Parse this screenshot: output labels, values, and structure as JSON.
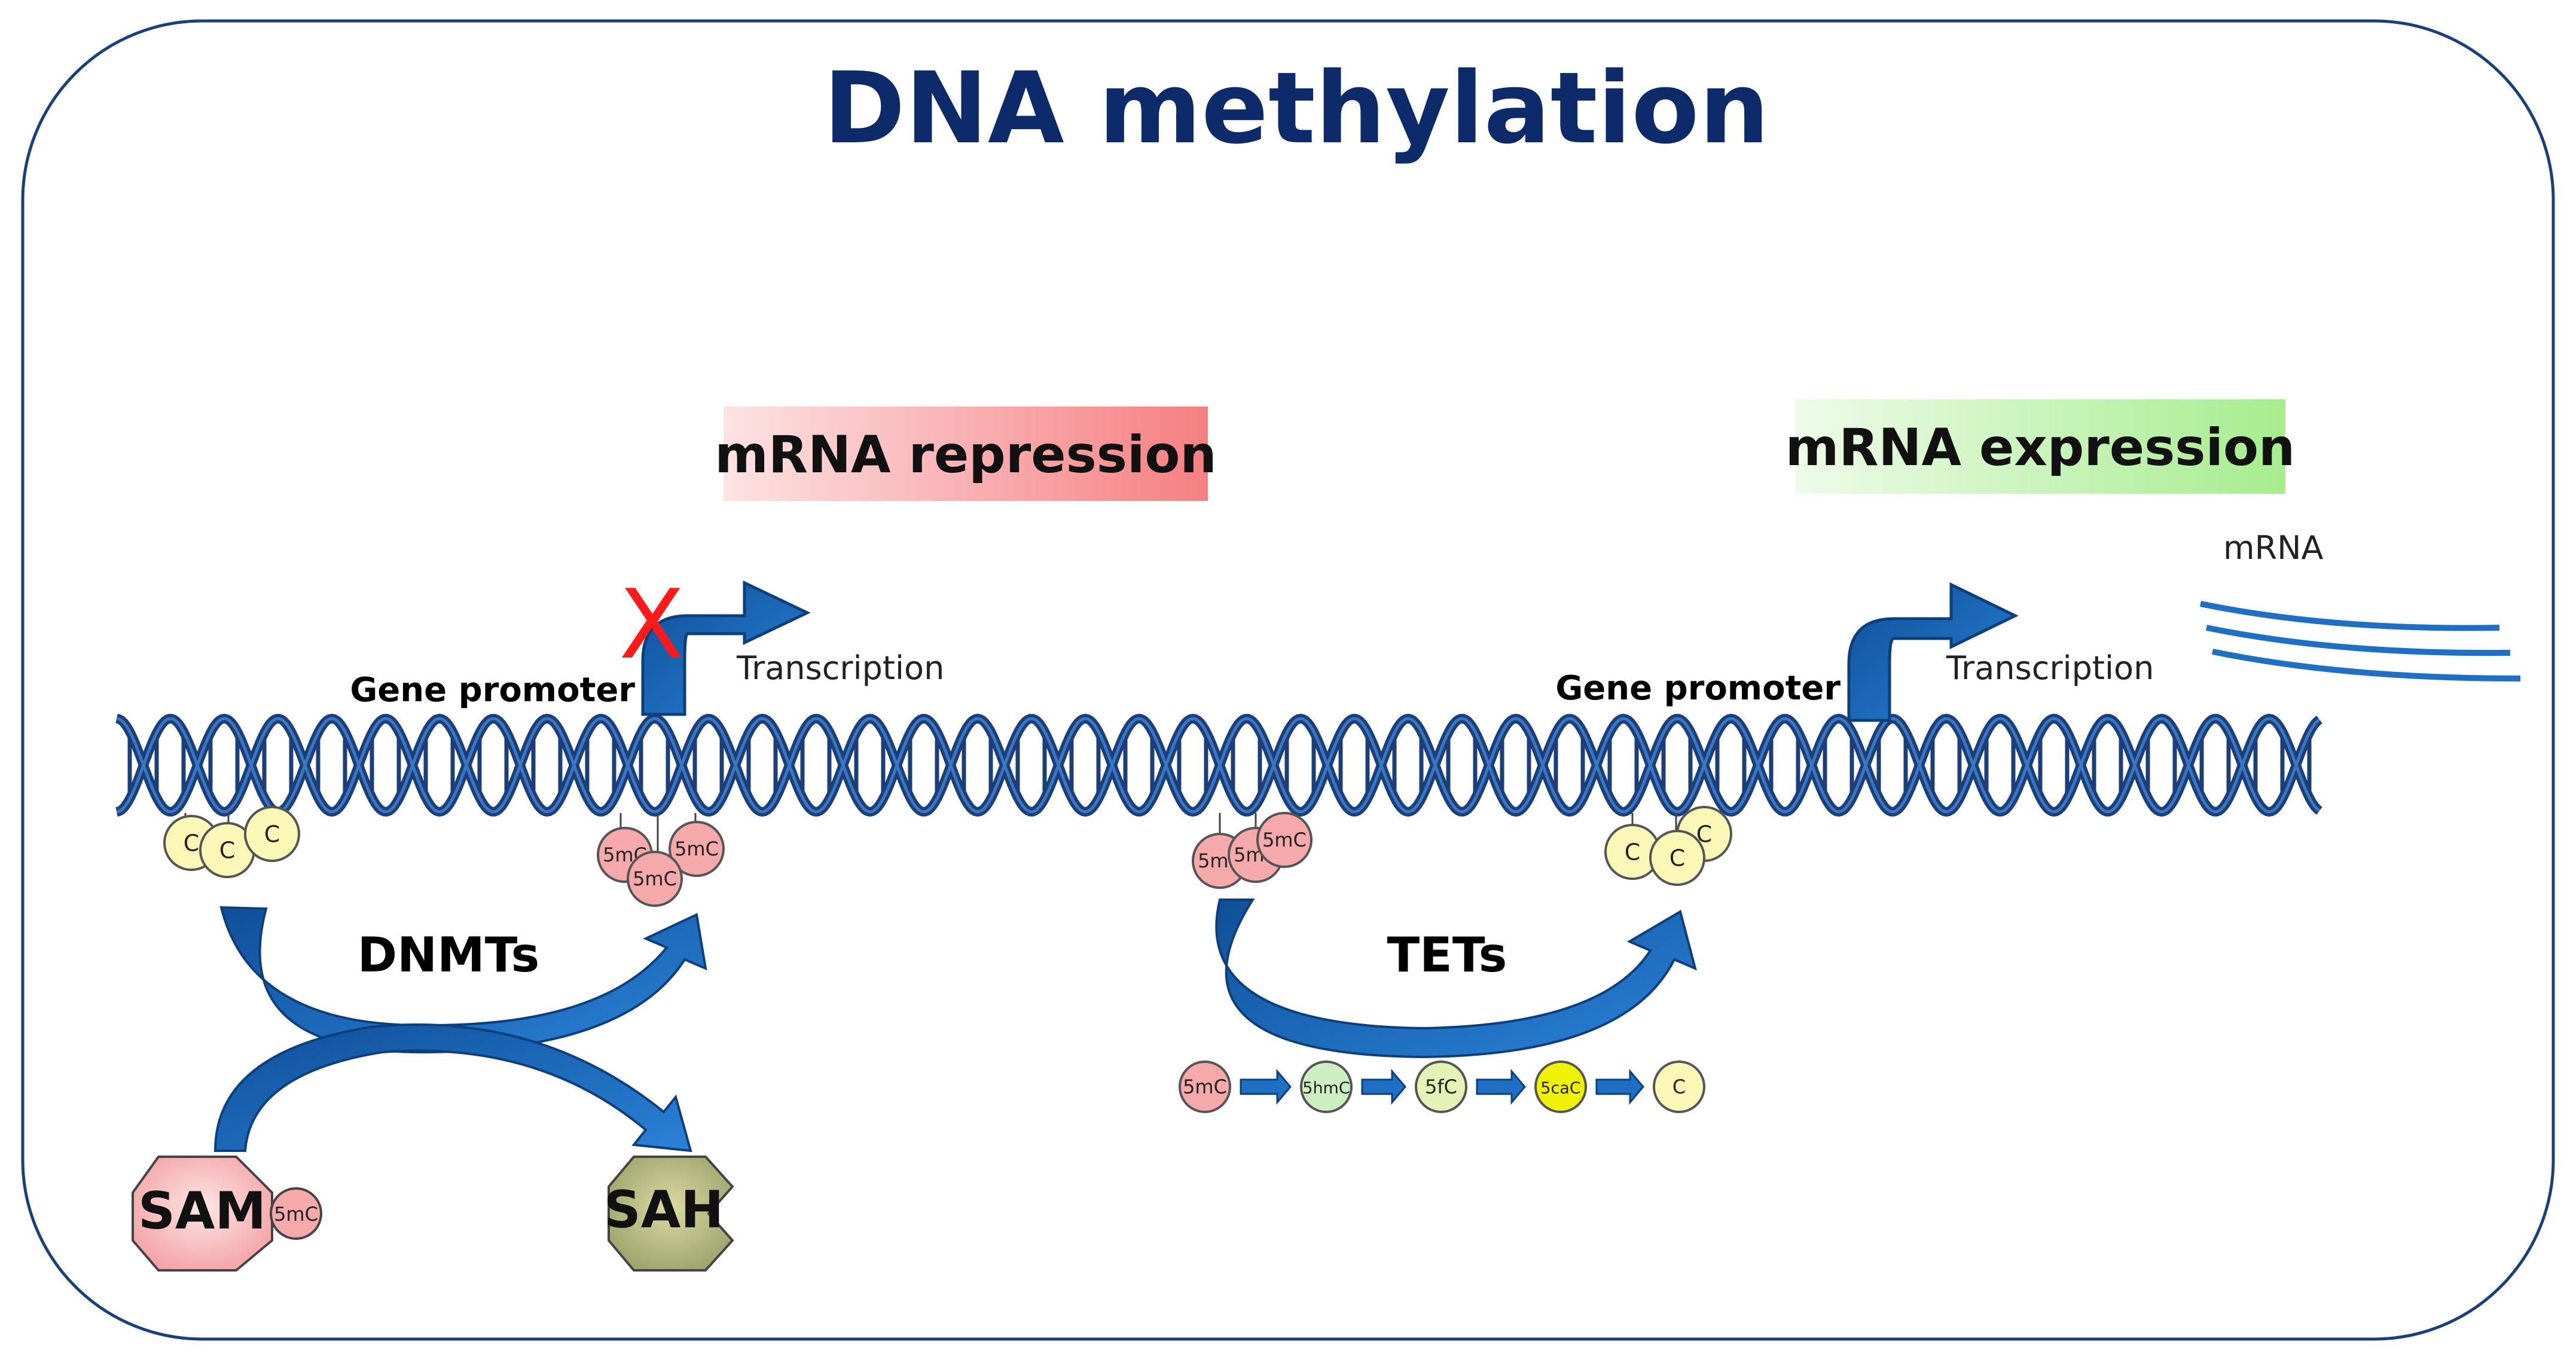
{
  "title": "DNA methylation",
  "repression_box": {
    "label": "mRNA repression",
    "color_from": "#fde3e3",
    "color_to": "#f57f82"
  },
  "expression_box": {
    "label": "mRNA expression",
    "color_from": "#eefbe9",
    "color_to": "#a6ed8e"
  },
  "left_promoter": {
    "label": "Gene promoter",
    "transcription": "Transcription",
    "blocked_mark": "X"
  },
  "right_promoter": {
    "label": "Gene promoter",
    "transcription": "Transcription"
  },
  "mrna_label": "mRNA",
  "enzymes": {
    "dnmts": "DNMTs",
    "tets": "TETs"
  },
  "donor": {
    "sam": "SAM",
    "sah": "SAH",
    "methyl": "5mC"
  },
  "left_unmethylated": [
    "C",
    "C",
    "C"
  ],
  "left_methylated": [
    "5mC",
    "5mC",
    "5mC"
  ],
  "right_methylated": [
    "5mC",
    "5mC",
    "5mC"
  ],
  "right_unmethylated": [
    "C",
    "C",
    "C"
  ],
  "oxidation_series": [
    "5mC",
    "5hmC",
    "5fC",
    "5caC",
    "C"
  ],
  "colors": {
    "dna": "#1c3f7a",
    "arrow": "#1f6fc4",
    "cytosine": "#fbf7b7",
    "methyl_c": "#f5a9aa",
    "hmc": "#cdeec0",
    "fc": "#e4f3b5",
    "cac": "#f0f205",
    "blocked": "#ff1a1a"
  }
}
